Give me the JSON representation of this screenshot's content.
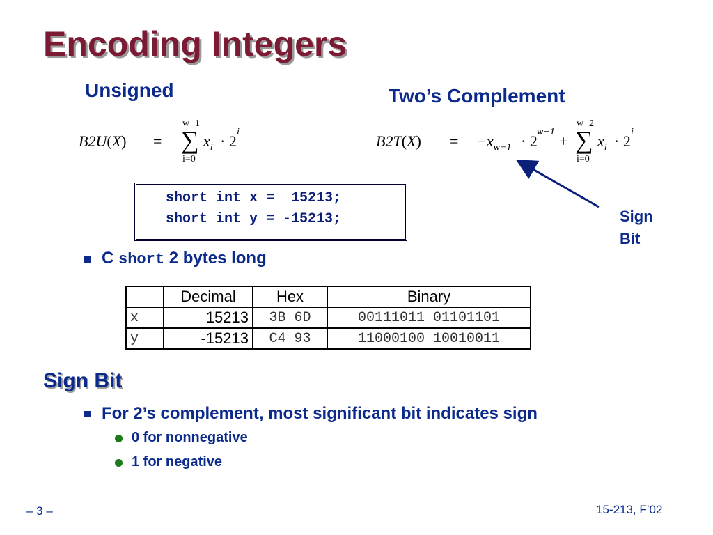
{
  "slide": {
    "title": "Encoding Integers",
    "unsigned_heading": "Unsigned",
    "twos_heading": "Two’s Complement",
    "sign_bit_label_1": "Sign",
    "sign_bit_label_2": "Bit",
    "code_lines": [
      "short int x =  15213;",
      "short int y = -15213;"
    ],
    "bullet_c": "C",
    "bullet_short": "short",
    "bullet_rest": "2 bytes long",
    "section_heading": "Sign Bit",
    "bullet_sign": "For 2’s complement, most significant bit indicates sign",
    "sub_bullets": [
      "0 for nonnegative",
      "1 for negative"
    ],
    "footer_left": "– 3 –",
    "footer_right": "15-213, F’02"
  },
  "formulas": {
    "b2u": {
      "lhs": "B2U",
      "arg": "X",
      "eq": "=",
      "sum_top": "w−1",
      "sum_bot": "i=0",
      "term": "x",
      "sub": "i",
      "dot": "· 2",
      "exp": "i"
    },
    "b2t": {
      "lhs": "B2T",
      "arg": "X",
      "eq": "=",
      "neg": "−x",
      "neg_sub": "w−1",
      "neg_dot": "· 2",
      "neg_exp": "w−1",
      "plus": "+",
      "sum_top": "w−2",
      "sum_bot": "i=0",
      "term": "x",
      "sub": "i",
      "dot": "· 2",
      "exp": "i"
    }
  },
  "table": {
    "headers": [
      "",
      "Decimal",
      "Hex",
      "Binary"
    ],
    "rows": [
      [
        "x",
        "15213",
        "3B 6D",
        "00111011 01101101"
      ],
      [
        "y",
        "-15213",
        "C4 93",
        "11000100 10010011"
      ]
    ]
  },
  "colors": {
    "title": "#7a1a33",
    "heading": "#0b2a8c",
    "bullet_dot": "#1c7a1a"
  }
}
